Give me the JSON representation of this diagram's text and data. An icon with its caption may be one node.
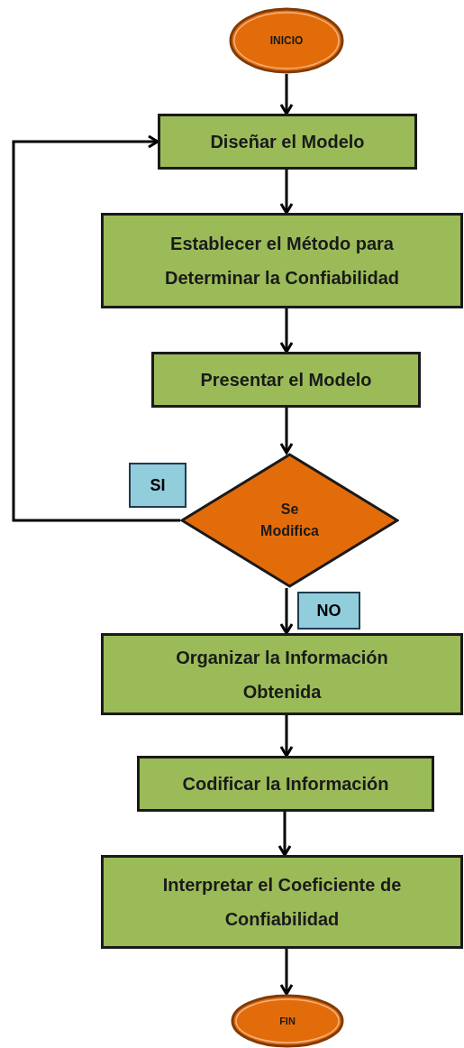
{
  "diagram": {
    "nodes": [
      {
        "text": [
          "INICIO"
        ]
      },
      {
        "text": [
          "Diseñar el Modelo"
        ]
      },
      {
        "text": [
          "Establecer el Método para Determinar la Confiabilidad"
        ]
      },
      {
        "text": [
          "Presentar el Modelo"
        ]
      },
      {
        "text": [
          "Se Modifica"
        ]
      },
      {
        "text": [
          "Organizar la Información Obtenida"
        ]
      },
      {
        "text": [
          "Codificar la Información"
        ]
      },
      {
        "text": [
          "Interpretar el Coeficiente de Confiabilidad"
        ]
      },
      {
        "text": [
          "FIN"
        ]
      }
    ],
    "edges": [
      {
        "from": 0,
        "to": 1,
        "arrow": "to"
      },
      {
        "from": 1,
        "to": 2,
        "arrow": "to"
      },
      {
        "from": 2,
        "to": 3,
        "arrow": "to"
      },
      {
        "from": 3,
        "to": 4,
        "arrow": "to"
      },
      {
        "from": 4,
        "to": 1,
        "arrow": "to",
        "label": "SI"
      },
      {
        "from": 4,
        "to": 5,
        "arrow": "to",
        "label": "NO"
      },
      {
        "from": 5,
        "to": 6,
        "arrow": "to"
      },
      {
        "from": 6,
        "to": 7,
        "arrow": "to"
      },
      {
        "from": 7,
        "to": 8,
        "arrow": "to"
      }
    ]
  }
}
